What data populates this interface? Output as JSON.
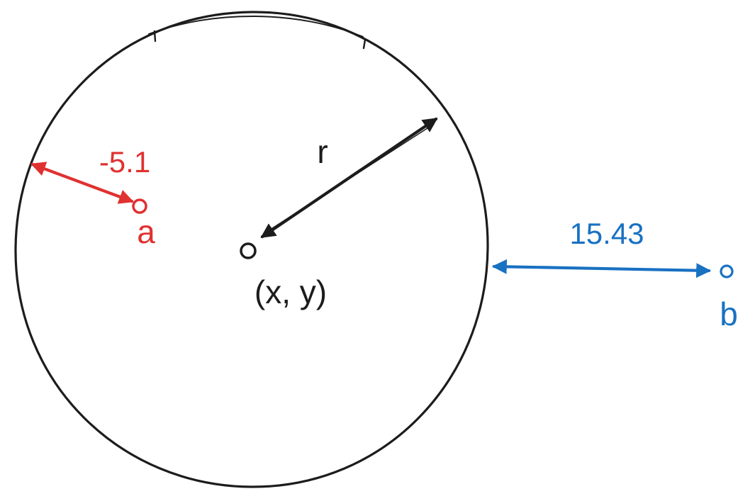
{
  "labels": {
    "radius": "r",
    "center": "(x, y)",
    "point_a": "a",
    "point_b": "b",
    "distance_a": "-5.1",
    "distance_b": "15.43"
  },
  "colors": {
    "ink": "#1c1c1c",
    "inside": "#e03131",
    "outside": "#1971c2",
    "background": "#ffffff"
  }
}
